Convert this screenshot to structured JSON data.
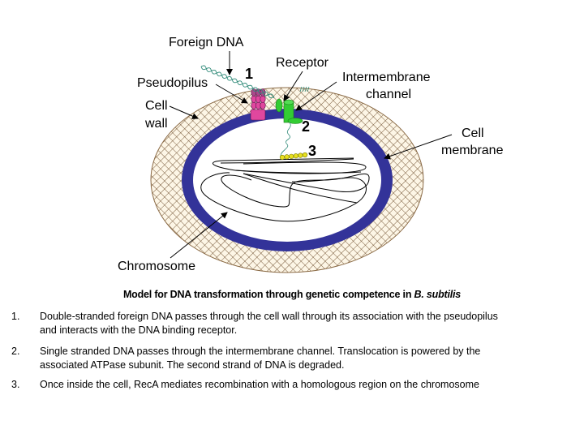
{
  "diagram": {
    "labels": {
      "foreign_dna": "Foreign DNA",
      "receptor": "Receptor",
      "pseudopilus": "Pseudopilus",
      "intermembrane_line1": "Intermembrane",
      "intermembrane_line2": "channel",
      "cell_wall_line1": "Cell",
      "cell_wall_line2": "wall",
      "cell_membrane_line1": "Cell",
      "cell_membrane_line2": "membrane",
      "chromosome": "Chromosome"
    },
    "step_markers": [
      "1",
      "2",
      "3"
    ],
    "colors": {
      "cell_wall_fill": "#fdf6e6",
      "cell_wall_hatch": "#6b4a2a",
      "cell_wall_border": "#8a6a45",
      "membrane": "#333399",
      "pseudopilus": "#e0479e",
      "receptor_channel": "#33cc33",
      "dna_helix": "#2f8a78",
      "recA_beads": "#e8e020"
    }
  },
  "caption": {
    "text": "Model for DNA transformation through genetic competence in ",
    "species": "B. subtilis"
  },
  "steps": [
    {
      "number": "1.",
      "line1": "Double-stranded foreign DNA passes through the cell wall through its association with the pseudopilus",
      "line2": "and interacts with the DNA binding receptor."
    },
    {
      "number": "2.",
      "line1": "Single stranded DNA passes through the intermembrane channel.  Translocation is powered by the",
      "line2": "associated ATPase subunit.  The second strand of DNA is degraded."
    },
    {
      "number": "3.",
      "line1": "Once inside the cell, RecA mediates recombination with a homologous region on the chromosome",
      "line2": ""
    }
  ]
}
